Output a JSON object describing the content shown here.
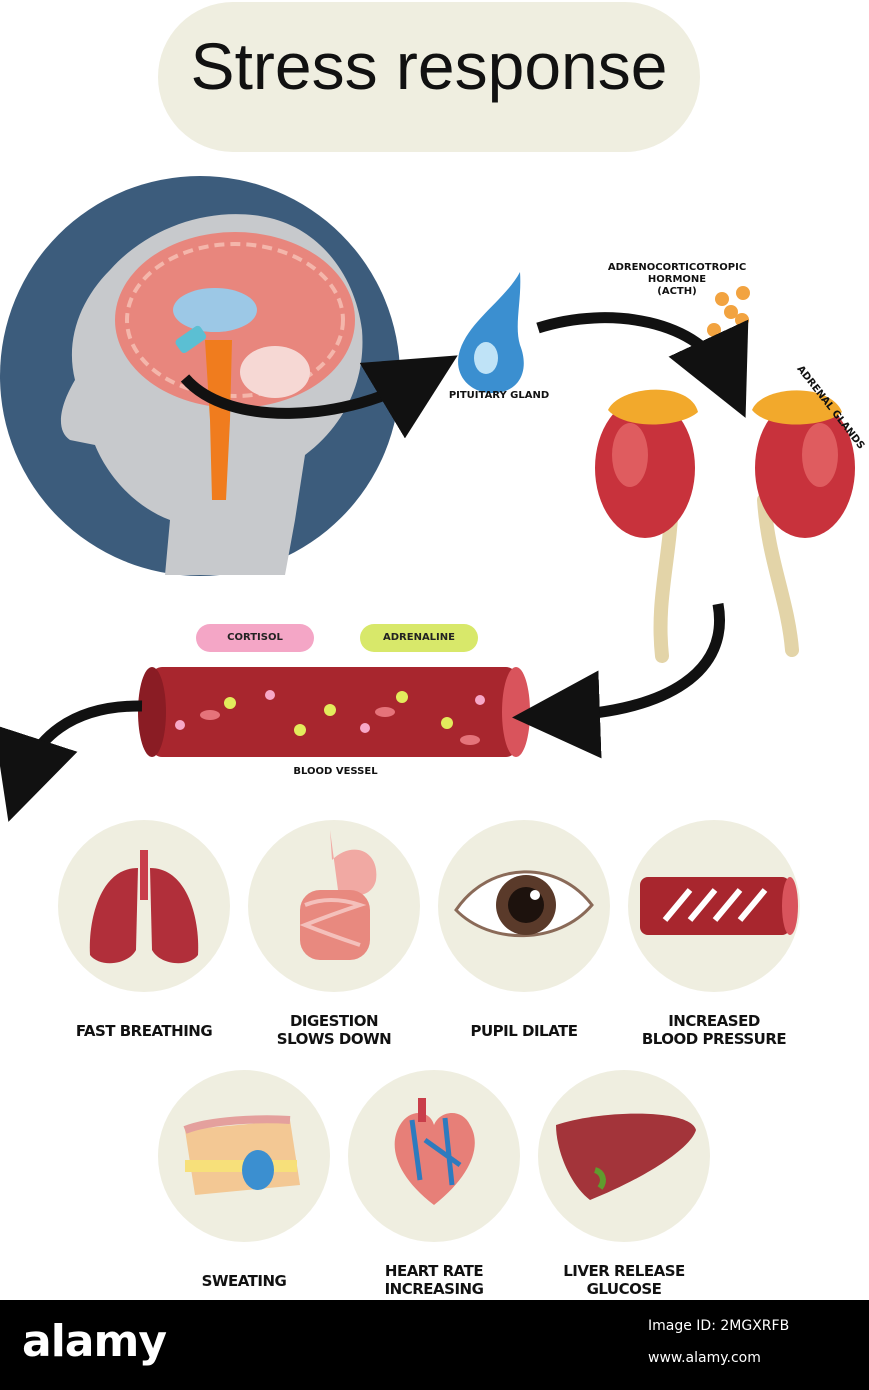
{
  "title": "Stress response",
  "labels": {
    "hormone": "ADRENOCORTICOTROPIC\nHORMONE\n(ACTH)",
    "pituitary": "PITUITARY GLAND",
    "adrenal": "ADRENAL GLANDS",
    "cortisol": "CORTISOL",
    "adrenaline": "ADRENALINE",
    "blood": "BLOOD VESSEL"
  },
  "effects": [
    {
      "icon": "lungs-icon",
      "label": "FAST BREATHING"
    },
    {
      "icon": "digestive-system-icon",
      "label": "DIGESTION\nSLOWS DOWN"
    },
    {
      "icon": "eye-icon",
      "label": "PUPIL DILATE"
    },
    {
      "icon": "blood-vessel-icon",
      "label": "INCREASED\nBLOOD PRESSURE"
    },
    {
      "icon": "skin-sweat-icon",
      "label": "SWEATING"
    },
    {
      "icon": "heart-icon",
      "label": "HEART RATE\nINCREASING"
    },
    {
      "icon": "liver-icon",
      "label": "LIVER RELEASE\nGLUCOSE"
    }
  ],
  "watermark": {
    "brand": "alamy",
    "image_id": "Image ID: 2MGXRFB",
    "url": "www.alamy.com"
  },
  "colors": {
    "circle_bg": "#efeee0",
    "head_circle": "#3c5c7c",
    "brain": "#e87a72",
    "kidney": "#c8323c",
    "adrenal": "#f2a92c",
    "vessel": "#a8262e",
    "arrow": "#111111"
  }
}
